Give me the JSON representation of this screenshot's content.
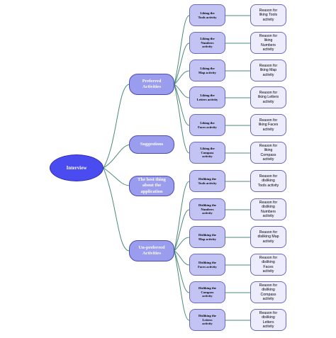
{
  "root": {
    "label": "Interview"
  },
  "categories": [
    {
      "label": "Preferred\nActivities"
    },
    {
      "label": "Suggestions"
    },
    {
      "label": "The best thing\nabout the\napplication"
    },
    {
      "label": "Un-preferred\nActivities"
    }
  ],
  "activities": [
    {
      "label": "Liking the\nTools activity"
    },
    {
      "label": "Liking the\nNumbers\nactivity"
    },
    {
      "label": "Liking the\nMap activity"
    },
    {
      "label": "Liking the\nLetters activity"
    },
    {
      "label": "Liking the\nFaces activity"
    },
    {
      "label": "Liking the\nCompass\nactivity"
    },
    {
      "label": "Disliking the\nTools activity"
    },
    {
      "label": "Disliking the\nNumbers\nactivity"
    },
    {
      "label": "Disliking the\nMap activity"
    },
    {
      "label": "Disliking the\nFaces activity"
    },
    {
      "label": "Disliking the\nCompass\nactivity"
    },
    {
      "label": "Disliking the\nLetters\nactivity"
    }
  ],
  "reasons": [
    {
      "label": "Reason for\nliking Tools\nactivity"
    },
    {
      "label": "Reason for\nliking\nNumbers\nactivity"
    },
    {
      "label": "Reason for\nliking Map\nactivity"
    },
    {
      "label": "Reason for\nliking Letters\nactivity"
    },
    {
      "label": "Reason for\nliking Faces\nactivity"
    },
    {
      "label": "Reason for\nliking\nCompass\nactivity"
    },
    {
      "label": "Reason for\ndisliking\nTools activity"
    },
    {
      "label": "Reason for\ndisliking\nNumbers\nactivity"
    },
    {
      "label": "Reason for\ndisliking Map\nactivity"
    },
    {
      "label": "Reason for\ndisliking\nFaces\nactivity"
    },
    {
      "label": "Reason for\ndisliking\nCompass\nactivity"
    },
    {
      "label": "Reason for\ndisliking\nLetters\nactivity"
    }
  ],
  "colors": {
    "root_fill": "#4a4cf0",
    "category_fill": "#9a9cee",
    "activity_fill": "#c4c4f4",
    "reason_fill": "#ececfc",
    "connector": "#4a8a7a"
  }
}
